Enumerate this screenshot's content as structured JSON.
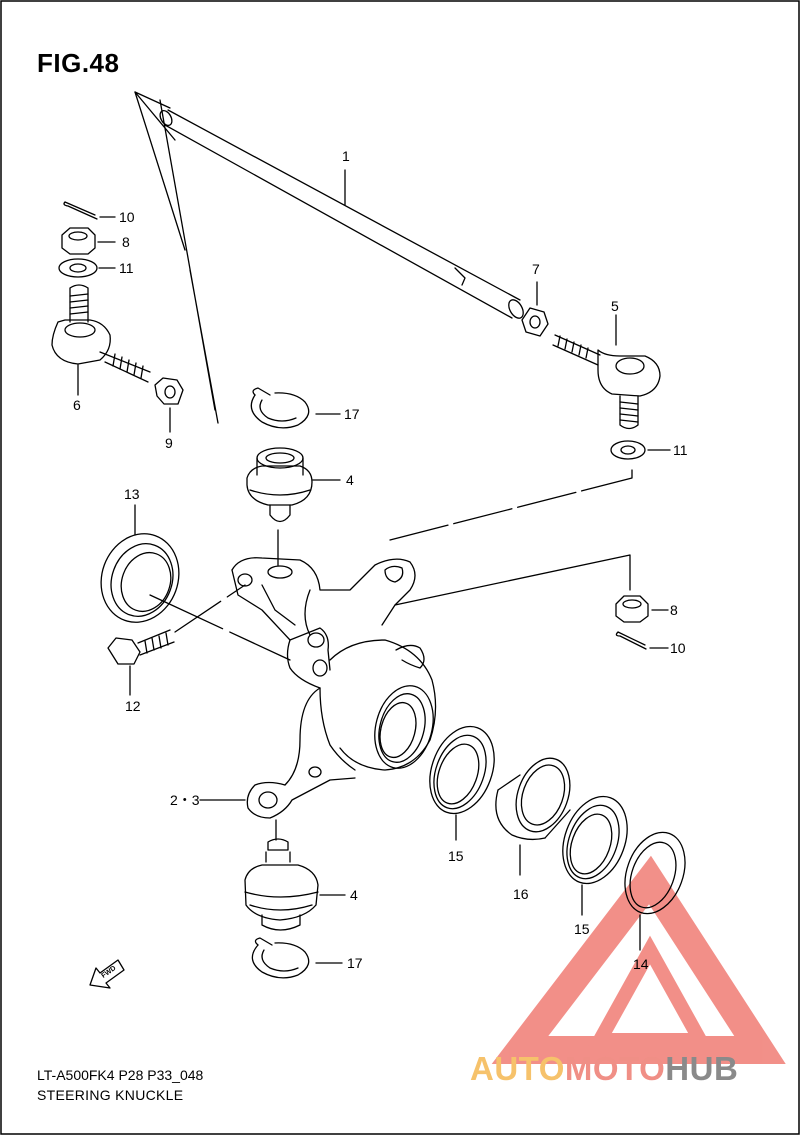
{
  "figure": {
    "title": "FIG.48",
    "code": "LT-A500FK4 P28 P33_048",
    "name": "STEERING KNUCKLE"
  },
  "callouts": {
    "c1": "1",
    "c7": "7",
    "c5": "5",
    "c10a": "10",
    "c8a": "8",
    "c11a": "11",
    "c6": "6",
    "c9": "9",
    "c17a": "17",
    "c4a": "4",
    "c11b": "11",
    "c13": "13",
    "c8b": "8",
    "c10b": "10",
    "c12": "12",
    "c23": "2・3",
    "c15a": "15",
    "c16": "16",
    "c15b": "15",
    "c14": "14",
    "c4b": "4",
    "c17b": "17"
  },
  "fwd_label": "FWD",
  "watermark": {
    "part1": "AUTO",
    "part2": "MOTO",
    "part3": "HUB",
    "triangle_color": "#f07c74",
    "color1": "#f6c26b",
    "color3": "#8a8a8a"
  }
}
